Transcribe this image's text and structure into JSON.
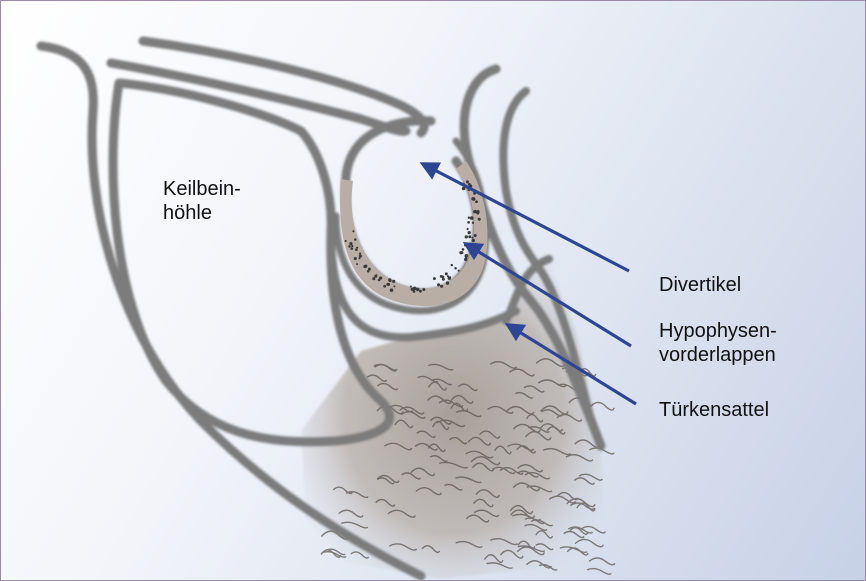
{
  "labels": {
    "sinus_line1": "Keilbein-",
    "sinus_line2": "höhle",
    "divertikel": "Divertikel",
    "lobe_line1": "Hypophysen-",
    "lobe_line2": "vorderlappen",
    "sella": "Türkensattel"
  },
  "colors": {
    "bone_outline": "#7c7c7c",
    "arrow": "#2e4594",
    "tissue_fill": "#b4aca6",
    "dots": "#3a3a3a"
  }
}
